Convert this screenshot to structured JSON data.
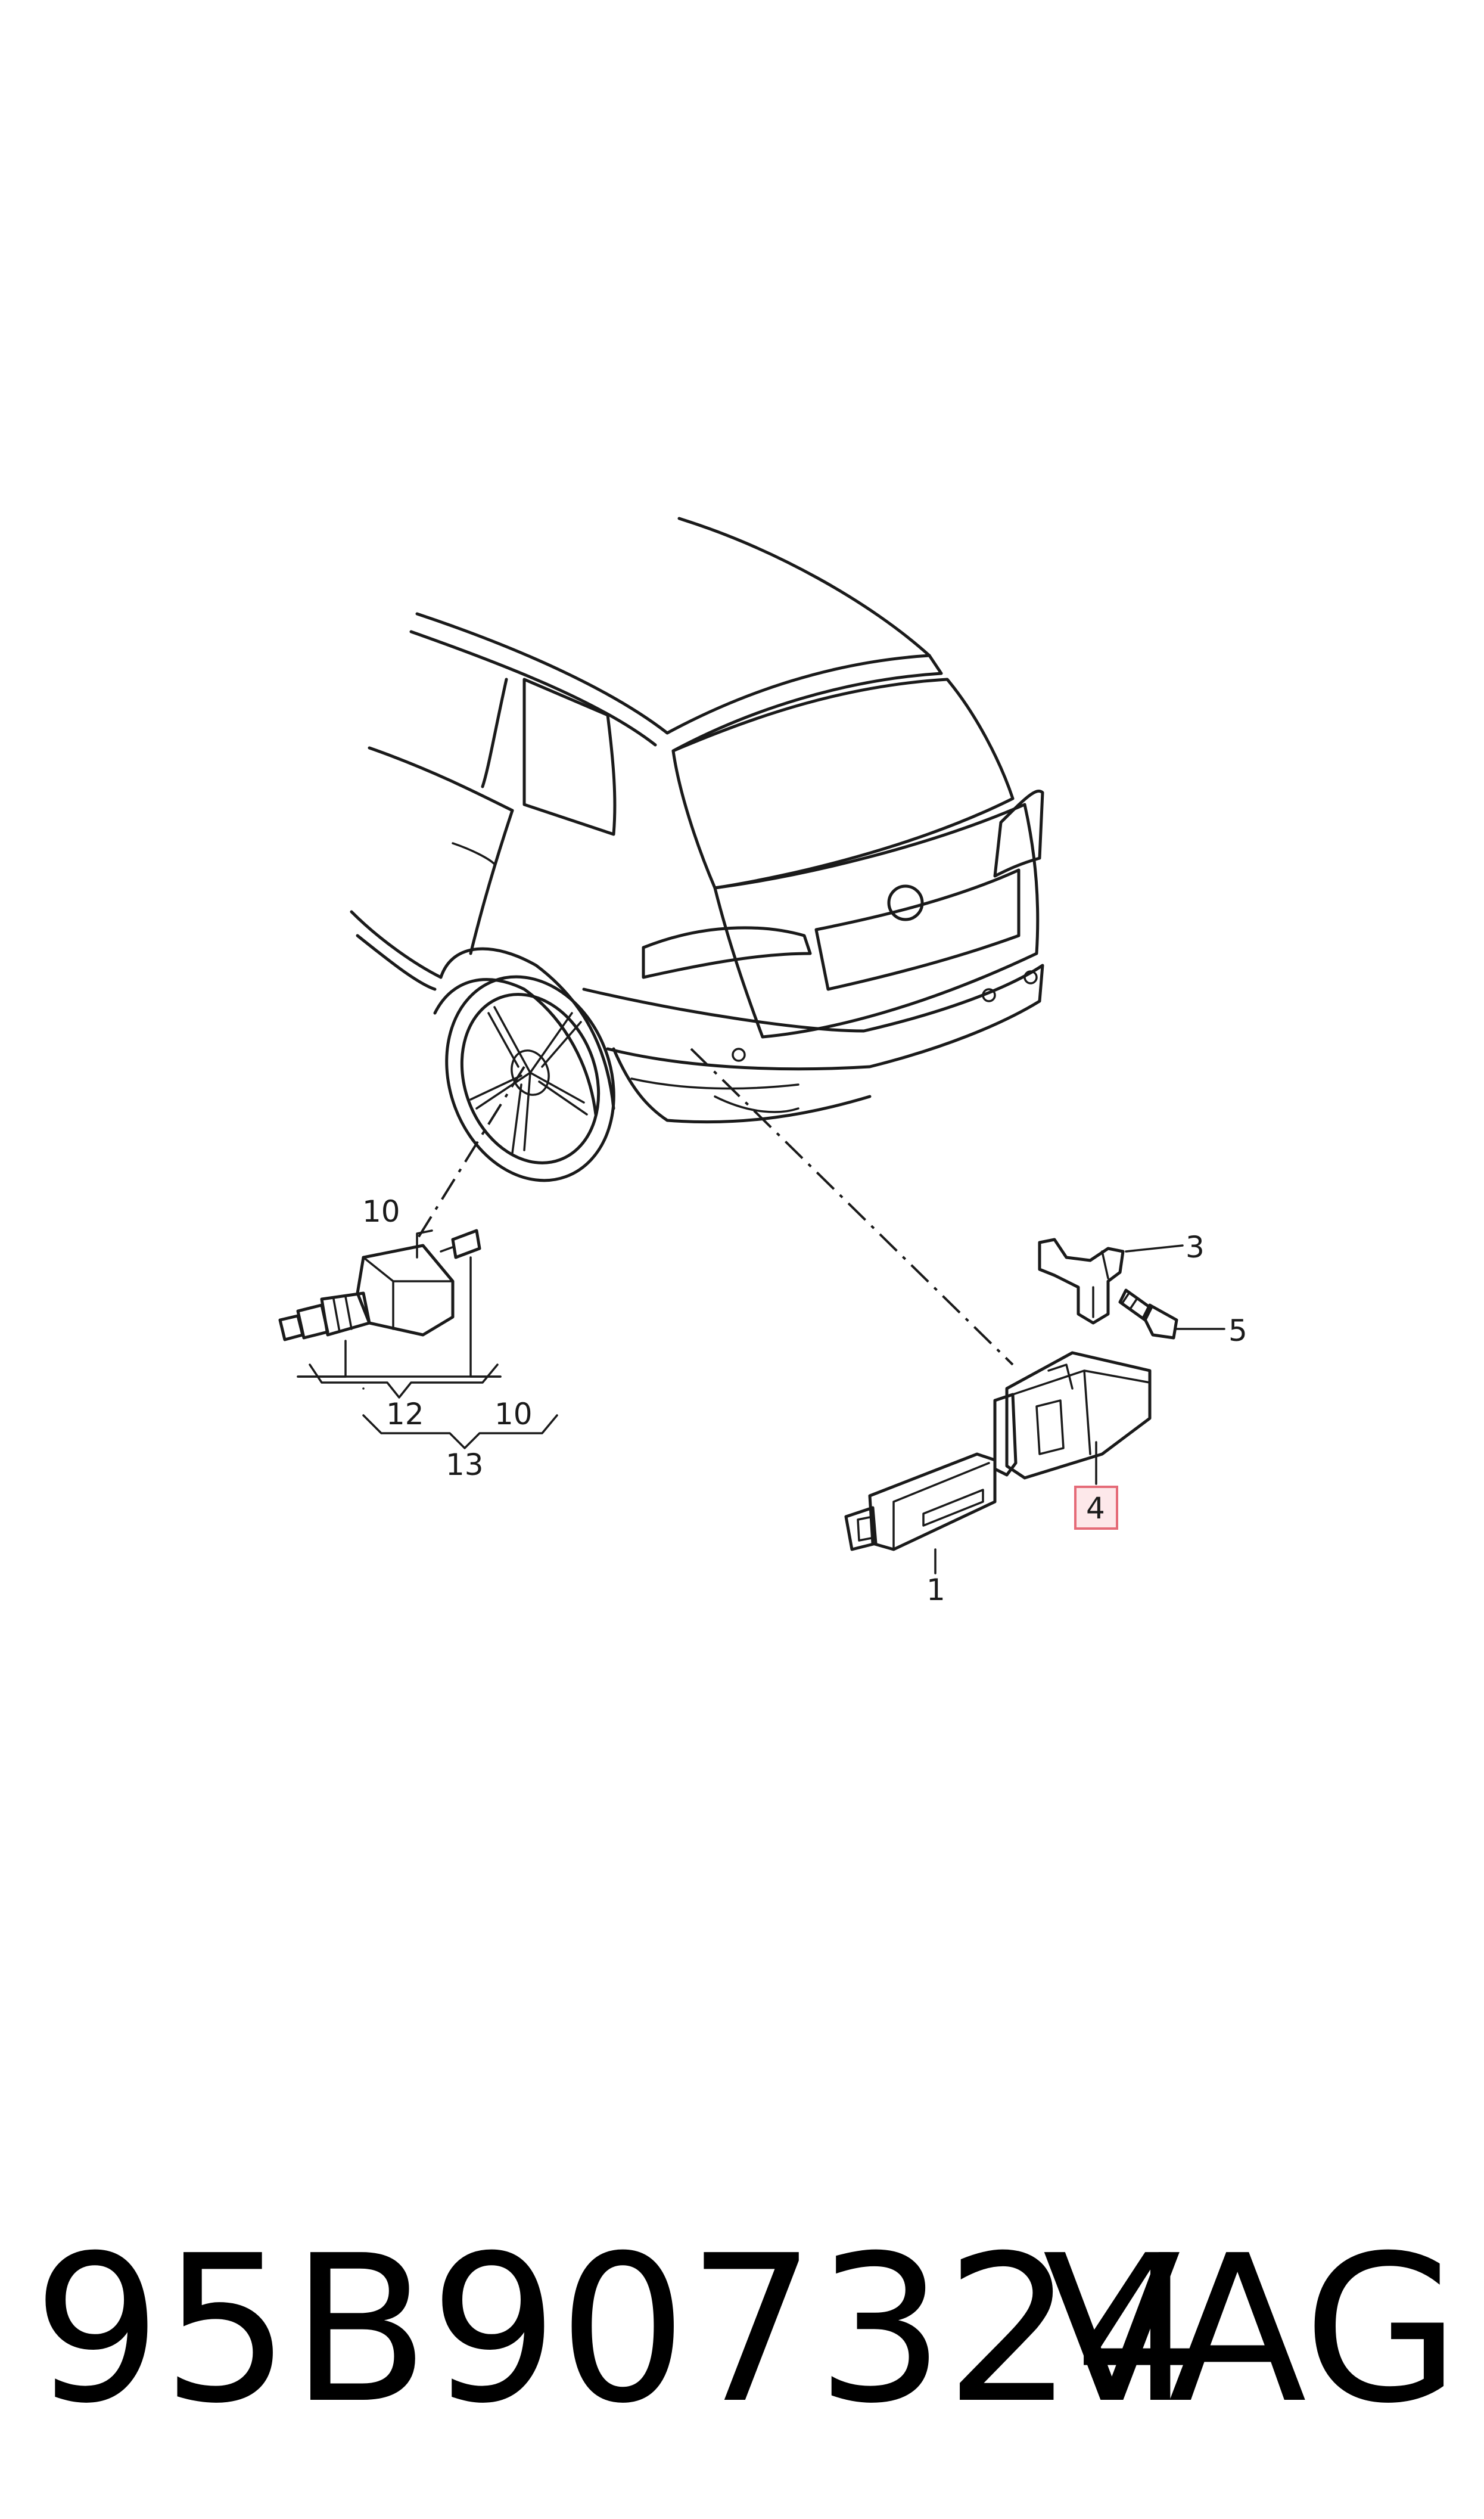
{
  "callouts": {
    "c1": "1",
    "c3": "3",
    "c4": "4",
    "c5": "5",
    "c10a": "10",
    "c10b": "10",
    "c12": "12",
    "c13": "13"
  },
  "footer": {
    "part_number": "95B907324",
    "brand": "VAG"
  },
  "colors": {
    "line": "#1a1a1a",
    "highlight_fill": "#fde8ea",
    "highlight_border": "#e56b78"
  }
}
